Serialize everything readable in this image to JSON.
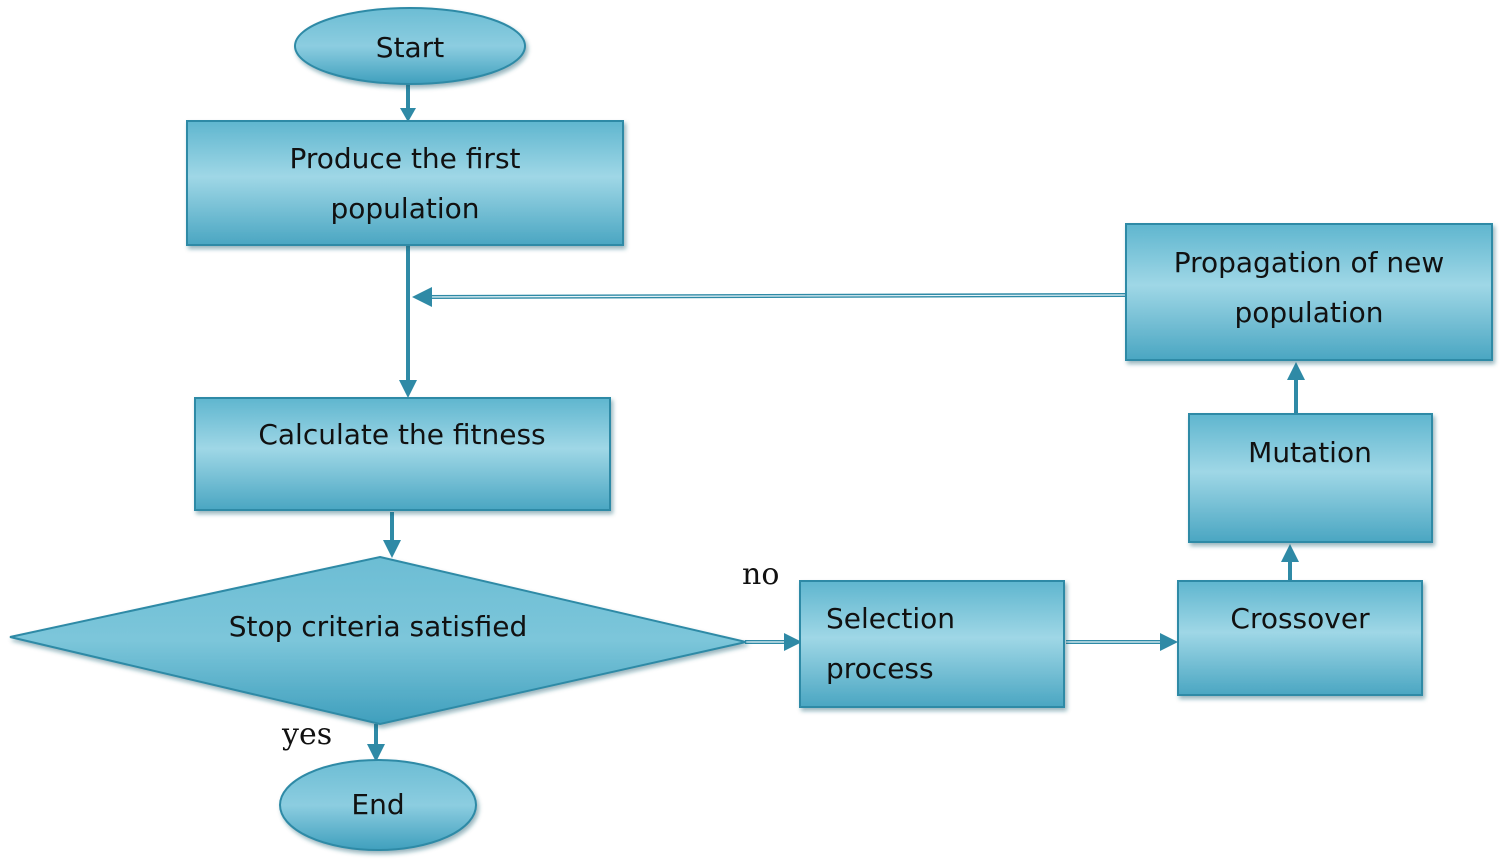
{
  "nodes": {
    "start": "Start",
    "first_population": [
      "Produce the first",
      "population"
    ],
    "fitness": "Calculate the fitness",
    "stop_criteria": "Stop criteria satisfied",
    "end": "End",
    "selection": [
      "Selection",
      "process"
    ],
    "crossover": "Crossover",
    "mutation": "Mutation",
    "propagation": [
      "Propagation of new",
      "population"
    ]
  },
  "edge_labels": {
    "no": "no",
    "yes": "yes"
  },
  "colors": {
    "shape_fill_top": "#8fd0e2",
    "shape_fill_bottom": "#4ba8c4",
    "shape_border": "#2f8aa6",
    "arrow": "#2f8aa6"
  }
}
